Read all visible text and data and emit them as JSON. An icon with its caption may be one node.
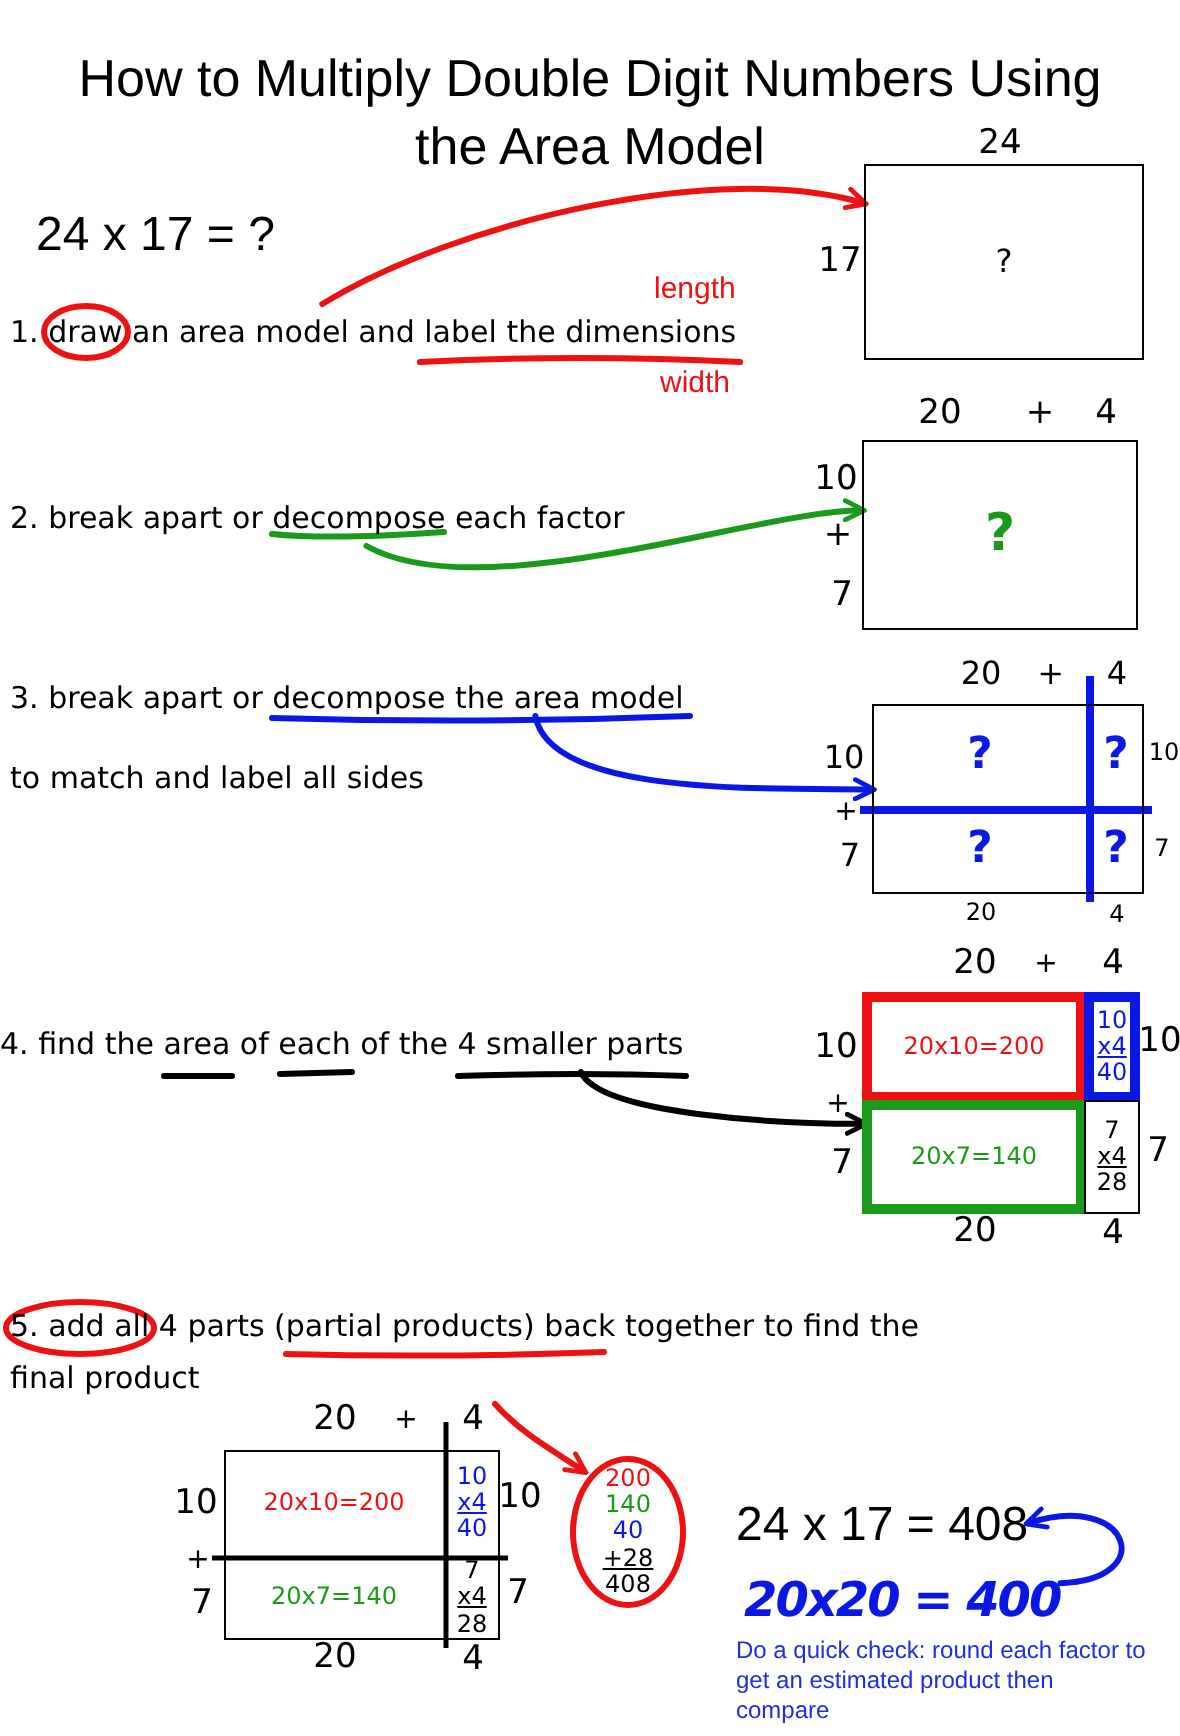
{
  "diagram": {
    "title": "How to Multiply Double Digit Numbers Using the Area Model",
    "nodes": [
      {
        "text": [
          "1. draw an area model and label the dimensions"
        ]
      },
      {
        "text": [
          "?"
        ],
        "beside": [
          "24",
          "17"
        ]
      },
      {
        "text": [
          "2. break apart or decompose each factor"
        ]
      },
      {
        "text": [
          "?"
        ],
        "beside": [
          "20",
          "+",
          "4",
          "10",
          "+",
          "7"
        ]
      },
      {
        "text": [
          "3. break apart or decompose the area model",
          "to match and label all sides"
        ]
      },
      {
        "text": [],
        "shape": "box",
        "beside": [
          "20",
          "+",
          "4",
          "10",
          "+",
          "7",
          "10",
          "7",
          "20",
          "4"
        ]
      },
      {
        "text": [
          "?"
        ],
        "in": 5
      },
      {
        "text": [
          "?"
        ],
        "in": 5
      },
      {
        "text": [
          "?"
        ],
        "in": 5
      },
      {
        "text": [
          "?"
        ],
        "in": 5
      },
      {
        "text": [
          "4. find the area of each of the 4 smaller parts"
        ]
      },
      {
        "text": [],
        "shape": "box",
        "beside": [
          "20",
          "+",
          "4",
          "10",
          "+",
          "7",
          "10",
          "7",
          "20",
          "4"
        ]
      },
      {
        "text": [
          "20x10=200"
        ],
        "in": 11
      },
      {
        "text": [
          "10",
          "x4",
          "40"
        ],
        "in": 11
      },
      {
        "text": [
          "20x7=140"
        ],
        "in": 11
      },
      {
        "text": [
          "7",
          "x4",
          "28"
        ],
        "in": 11
      },
      {
        "text": [
          "5. add all 4 parts (partial products) back together to find the final product"
        ]
      },
      {
        "text": [],
        "shape": "box",
        "beside": [
          "20",
          "+",
          "4",
          "10",
          "+",
          "7",
          "10",
          "7",
          "20",
          "4"
        ]
      },
      {
        "text": [
          "20x10=200"
        ],
        "in": 17
      },
      {
        "text": [
          "10",
          "x4",
          "40"
        ],
        "in": 17
      },
      {
        "text": [
          "20x7=140"
        ],
        "in": 17
      },
      {
        "text": [
          "7",
          "x4",
          "28"
        ],
        "in": 17
      },
      {
        "text": [
          "200",
          "140",
          "40",
          "+28",
          "408"
        ]
      },
      {
        "text": [
          "24 x 17 = 408"
        ]
      },
      {
        "text": [
          "20x20 = 400"
        ]
      }
    ],
    "edges": [
      {
        "from": 0,
        "to": 1,
        "arrow": "to",
        "color": "#ee1111"
      },
      {
        "from": 2,
        "to": 3,
        "arrow": "to",
        "color": "#1a9a1a"
      },
      {
        "from": 4,
        "to": 5,
        "arrow": "to",
        "color": "#0a18e6"
      },
      {
        "from": 10,
        "to": 11,
        "arrow": "to",
        "color": "#000000"
      },
      {
        "from": 16,
        "to": 22,
        "arrow": "to",
        "color": "#ee1111"
      },
      {
        "from": 24,
        "to": 23,
        "arrow": "to",
        "color": "#0a18e6"
      }
    ],
    "labels": [
      "24 x 17 = ?",
      "length",
      "width",
      "Do a quick check: round each factor to get an estimated product then compare"
    ]
  }
}
